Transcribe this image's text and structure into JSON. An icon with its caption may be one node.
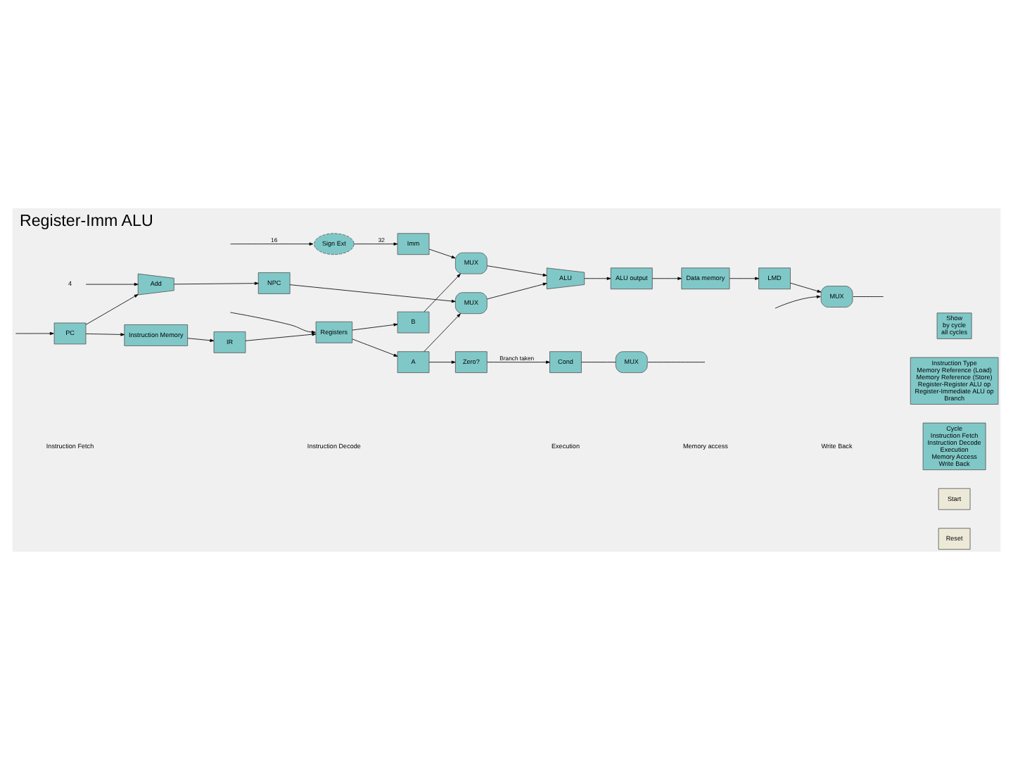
{
  "diagram": {
    "title": "Register-Imm ALU",
    "nodes": [
      {
        "text": [
          "Show",
          "by cycle",
          "all cycles"
        ]
      },
      {
        "text": [
          "Instruction Type",
          "Memory Reference (Load)",
          "Memory Reference (Store)",
          "Register-Register ALU op",
          "Register-Immediate ALU op",
          "Branch"
        ]
      },
      {
        "text": [
          "Cycle",
          "Instruction Fetch",
          "Instruction Decode",
          "Execution",
          "Memory Access",
          "Write Back"
        ]
      },
      {
        "text": [
          "Start"
        ]
      },
      {
        "text": [
          "Reset"
        ]
      },
      {
        "text": [
          "PC"
        ]
      },
      {
        "text": [
          "Add"
        ]
      },
      {
        "text": [
          "NPC"
        ]
      },
      {
        "text": [
          "Instruction Memory"
        ]
      },
      {
        "text": [
          "IR"
        ]
      },
      {
        "text": [
          "Registers"
        ]
      },
      {
        "text": [
          "A"
        ]
      },
      {
        "text": [
          "B"
        ]
      },
      {
        "text": [
          "Sign Ext"
        ]
      },
      {
        "text": [
          "Imm"
        ]
      },
      {
        "text": [
          "Zero?"
        ]
      },
      {
        "text": [
          "Cond"
        ]
      },
      {
        "text": [
          "MUX"
        ]
      },
      {
        "text": [
          "MUX"
        ]
      },
      {
        "text": [
          "MUX"
        ]
      },
      {
        "text": [
          "ALU"
        ]
      },
      {
        "text": [
          "ALU output"
        ]
      },
      {
        "text": [
          "Data memory"
        ]
      },
      {
        "text": [
          "LMD"
        ]
      },
      {
        "text": [
          "MUX"
        ]
      },
      {
        "text": [
          "4"
        ]
      }
    ],
    "edges": [
      {
        "from": null,
        "to": 5,
        "arrow": "to"
      },
      {
        "from": 5,
        "to": 6,
        "arrow": "to"
      },
      {
        "from": 25,
        "to": 6,
        "arrow": "to"
      },
      {
        "from": 5,
        "to": 8,
        "arrow": "to"
      },
      {
        "from": 6,
        "to": 7,
        "arrow": "to"
      },
      {
        "from": 8,
        "to": 9,
        "arrow": "to"
      },
      {
        "from": 7,
        "to": 18,
        "arrow": "to"
      },
      {
        "from": 9,
        "to": 10,
        "arrow": "to"
      },
      {
        "from": null,
        "to": 10,
        "arrow": "to"
      },
      {
        "from": 10,
        "to": 11,
        "arrow": "to"
      },
      {
        "from": 10,
        "to": 12,
        "arrow": "to"
      },
      {
        "from": null,
        "to": 13,
        "label": "16",
        "arrow": "to"
      },
      {
        "from": 13,
        "to": 14,
        "label": "32",
        "arrow": "to"
      },
      {
        "from": 11,
        "to": 15,
        "arrow": "to"
      },
      {
        "from": 11,
        "to": 18,
        "arrow": "to"
      },
      {
        "from": 12,
        "to": 19,
        "arrow": "to"
      },
      {
        "from": 14,
        "to": 19,
        "arrow": "to"
      },
      {
        "from": 15,
        "to": 16,
        "label": "Branch taken",
        "arrow": "to"
      },
      {
        "from": 16,
        "to": 17,
        "arrow": "none"
      },
      {
        "from": 18,
        "to": 20,
        "arrow": "to"
      },
      {
        "from": 19,
        "to": 20,
        "arrow": "to"
      },
      {
        "from": 20,
        "to": 21,
        "arrow": "to"
      },
      {
        "from": 21,
        "to": 22,
        "arrow": "to"
      },
      {
        "from": 22,
        "to": 23,
        "arrow": "to"
      },
      {
        "from": 23,
        "to": 24,
        "arrow": "to"
      },
      {
        "from": null,
        "to": 24,
        "arrow": "to"
      },
      {
        "from": 24,
        "to": null,
        "arrow": "none"
      },
      {
        "from": 17,
        "to": null,
        "arrow": "none"
      }
    ],
    "labels": [
      "Instruction Fetch",
      "Instruction Decode",
      "Execution",
      "Memory access",
      "Write Back"
    ]
  }
}
